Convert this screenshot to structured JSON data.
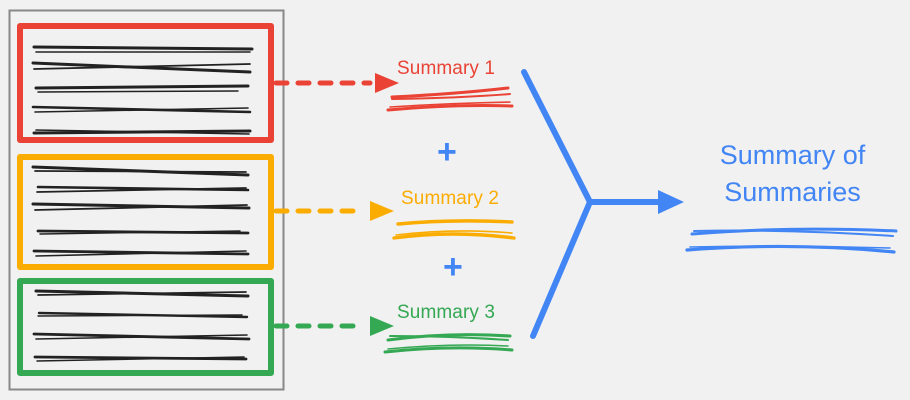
{
  "diagram": {
    "title": "Hierarchical summarization: documents to summaries to summary of summaries",
    "background_color": "#f1f1f1",
    "document_panel": {
      "name": "document-collection-frame",
      "border_color": "#888888",
      "groups": [
        {
          "id": "group-1",
          "color": "#ea4335",
          "color_name": "red",
          "text_line_count": 5
        },
        {
          "id": "group-2",
          "color": "#fbac00",
          "color_name": "orange",
          "text_line_count": 5
        },
        {
          "id": "group-3",
          "color": "#34a853",
          "color_name": "green",
          "text_line_count": 4
        }
      ]
    },
    "summaries": [
      {
        "id": "summary-1",
        "label": "Summary 1",
        "color": "#ea4335",
        "arrow_style": "dashed",
        "underline_count": 2
      },
      {
        "id": "summary-2",
        "label": "Summary 2",
        "color": "#fbac00",
        "arrow_style": "dashed",
        "underline_count": 2
      },
      {
        "id": "summary-3",
        "label": "Summary 3",
        "color": "#34a853",
        "arrow_style": "dashed",
        "underline_count": 2
      }
    ],
    "operators": [
      {
        "id": "plus-1",
        "symbol": "+",
        "color": "#4285f4"
      },
      {
        "id": "plus-2",
        "symbol": "+",
        "color": "#4285f4"
      }
    ],
    "merge": {
      "color": "#4285f4",
      "shape": "three-way-converging-arrow"
    },
    "result": {
      "id": "summary-of-summaries",
      "label_line1": "Summary of",
      "label_line2": "Summaries",
      "color": "#4285f4",
      "underline_count": 2
    }
  }
}
